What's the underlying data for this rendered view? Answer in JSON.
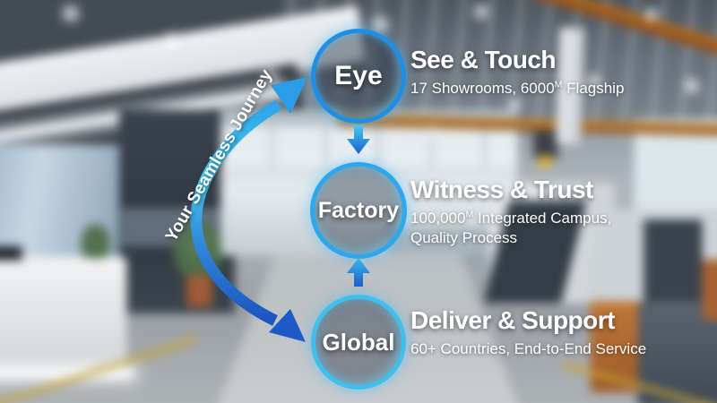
{
  "journey": {
    "label": "Your Seamless Journey"
  },
  "nodes": [
    {
      "circle_label": "Eye",
      "title": "See & Touch",
      "subtitle_pre": "17 Showrooms, 6000",
      "subtitle_sup": "M",
      "subtitle_post": " Flagship",
      "subtitle_line2": ""
    },
    {
      "circle_label": "Factory",
      "title": "Witness & Trust",
      "subtitle_pre": "100,000",
      "subtitle_sup": "M",
      "subtitle_post": " Integrated Campus,",
      "subtitle_line2": "Quality Process"
    },
    {
      "circle_label": "Global",
      "title": "Deliver & Support",
      "subtitle_pre": "60+ Countries, End-to-End Service",
      "subtitle_sup": "",
      "subtitle_post": "",
      "subtitle_line2": ""
    }
  ],
  "icons": {
    "journey_arrow": "curved-double-headed-arrow",
    "connector_top": "arrow-down",
    "connector_bottom": "arrow-up"
  },
  "colors": {
    "ring_blue": "#1f8fe6",
    "ring_cyan": "#3fc0ec",
    "arrow_cyan": "#49cdee",
    "arrow_deep_blue": "#1b55c0",
    "crane_orange": "#9c5a28",
    "floor_line_yellow": "#c9a23a",
    "text": "#ffffff"
  }
}
